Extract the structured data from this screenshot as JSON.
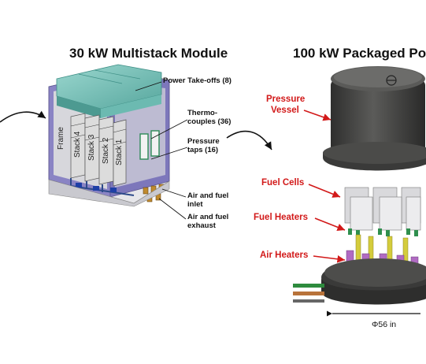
{
  "left": {
    "title": "30 kW Multistack Module",
    "labels": {
      "power": "Power Take-offs (8)",
      "thermo_1": "Thermo-",
      "thermo_2": "couples (36)",
      "pressure_1": "Pressure",
      "pressure_2": "taps (16)",
      "inlet_1": "Air and fuel",
      "inlet_2": "inlet",
      "exhaust_1": "Air and fuel",
      "exhaust_2": "exhaust",
      "frame": "Frame",
      "stacks": [
        "Stack 4",
        "Stack 3",
        "Stack 2",
        "Stack 1"
      ]
    }
  },
  "right": {
    "title": "100 kW Packaged Po",
    "labels": {
      "vessel_1": "Pressure",
      "vessel_2": "Vessel",
      "fuel_cells": "Fuel Cells",
      "fuel_heaters": "Fuel Heaters",
      "air_heaters": "Air Heaters",
      "diameter": "Φ56 in"
    }
  },
  "colors": {
    "label_red": "#d21919",
    "vessel": "#4a4a48",
    "module_top": "#6fc1b8",
    "frame": "#7a74b8"
  }
}
